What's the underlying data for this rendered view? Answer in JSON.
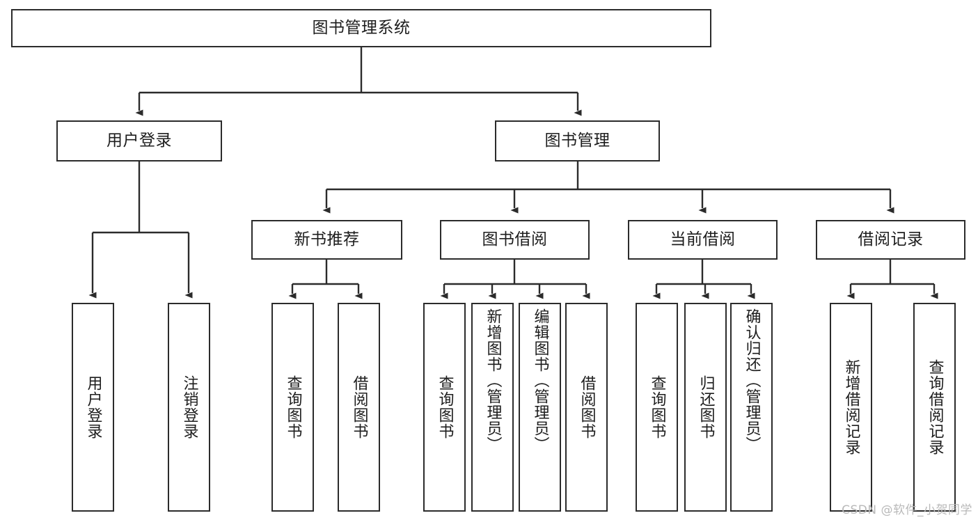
{
  "diagram": {
    "title": "图书管理系统",
    "type": "tree-hierarchy-chart",
    "line_color": "#2b2b2b",
    "box_fill": "#ffffff",
    "text_color": "#1d1d1d"
  },
  "nodes": {
    "root": {
      "label": "图书管理系统"
    },
    "level1": [
      {
        "label": "用户登录"
      },
      {
        "label": "图书管理"
      }
    ],
    "level2": [
      {
        "label": "新书推荐"
      },
      {
        "label": "图书借阅"
      },
      {
        "label": "当前借阅"
      },
      {
        "label": "借阅记录"
      }
    ],
    "leaves": {
      "user_login": [
        {
          "label": "用户登录"
        },
        {
          "label": "注销登录"
        }
      ],
      "new_book_recommend": [
        {
          "label": "查询图书"
        },
        {
          "label": "借阅图书"
        }
      ],
      "book_borrow": [
        {
          "label": "查询图书"
        },
        {
          "label": "新增图书（管理员）"
        },
        {
          "label": "编辑图书（管理员）"
        },
        {
          "label": "借阅图书"
        }
      ],
      "current_borrow": [
        {
          "label": "查询图书"
        },
        {
          "label": "归还图书"
        },
        {
          "label": "确认归还（管理员）"
        }
      ],
      "borrow_record": [
        {
          "label": "新增借阅记录"
        },
        {
          "label": "查询借阅记录"
        }
      ]
    }
  },
  "watermark": {
    "text": "CSDN @软件_小贺同学"
  }
}
